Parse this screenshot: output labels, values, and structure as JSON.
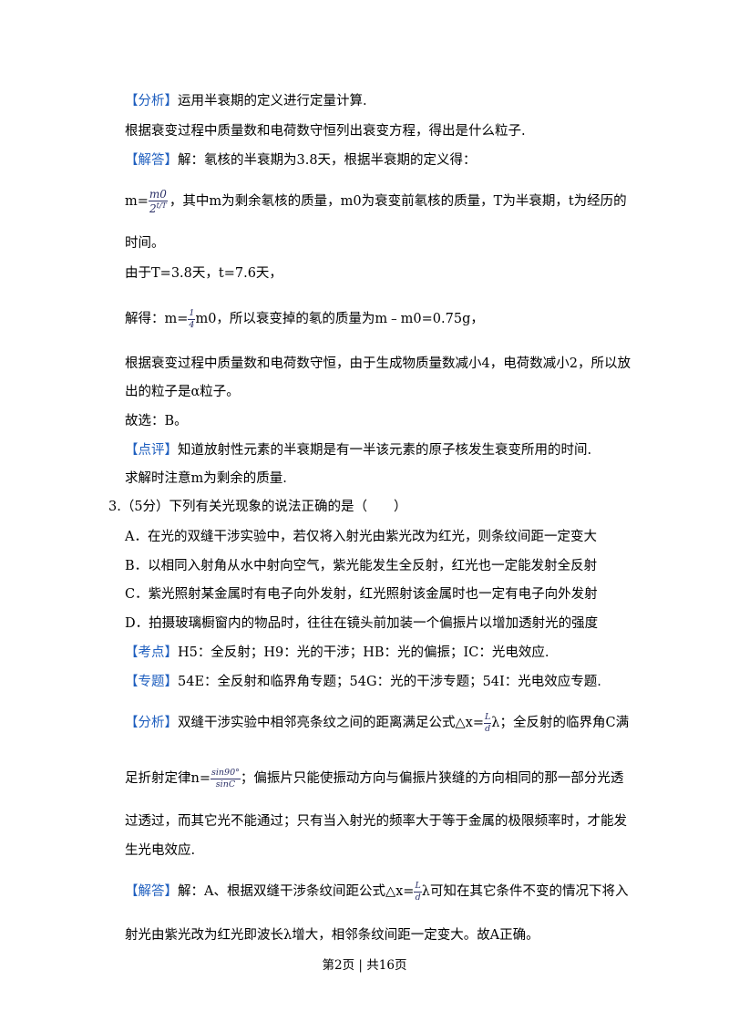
{
  "s1": {
    "analysis_tag": "【分析】",
    "analysis_text": "运用半衰期的定义进行定量计算.",
    "analysis_line2": "根据衰变过程中质量数和电荷数守恒列出衰变方程，得出是什么粒子.",
    "answer_tag": "【解答】",
    "answer_text": "解：氡核的半衰期为3.8天，根据半衰期的定义得：",
    "formula_prefix": "m=",
    "formula_num": "m0",
    "formula_den": "2",
    "formula_den_sup": "t/T",
    "formula_after": "，其中m为剩余氡核的质量，m0为衰变前氡核的质量，T为半衰期，t为经历的",
    "formula_cont": "时间。",
    "since": "由于T=3.8天，t=7.6天，",
    "solve_prefix": "解得：m=",
    "solve_num": "1",
    "solve_den": "4",
    "solve_after": "m0，所以衰变掉的氡的质量为m﹣m0=0.75g，",
    "conserve_1": "根据衰变过程中质量数和电荷数守恒，由于生成物质量数减小4，电荷数减小2，所以放",
    "conserve_2": "出的粒子是α粒子。",
    "choice": "故选：B。",
    "comment_tag": "【点评】",
    "comment_text": "知道放射性元素的半衰期是有一半该元素的原子核发生衰变所用的时间.",
    "comment_line2": "求解时注意m为剩余的质量."
  },
  "q3": {
    "stem": "3.（5分）下列有关光现象的说法正确的是（　　）",
    "options": [
      "A．在光的双缝干涉实验中，若仅将入射光由紫光改为红光，则条纹间距一定变大",
      "B．以相同入射角从水中射向空气，紫光能发生全反射，红光也一定能发射全反射",
      "C．紫光照射某金属时有电子向外发射，红光照射该金属时也一定有电子向外发射",
      "D．拍摄玻璃橱窗内的物品时，往往在镜头前加装一个偏振片以增加透射光的强度"
    ],
    "kaodian_tag": "【考点】",
    "kaodian_text": "H5：全反射；H9：光的干涉；HB：光的偏振；IC：光电效应.",
    "zhuanti_tag": "【专题】",
    "zhuanti_text": "54E：全反射和临界角专题；54G：光的干涉专题；54I：光电效应专题.",
    "analysis_tag": "【分析】",
    "analysis_1a": "双缝干涉实验中相邻亮条纹之间的距离满足公式△x=",
    "frac1_num": "L",
    "frac1_den": "d",
    "analysis_1b": "λ；全反射的临界角C满",
    "analysis_2a": "足折射定律n=",
    "frac2_num": "sin90°",
    "frac2_den": "sinC",
    "analysis_2b": "；偏振片只能使振动方向与偏振片狭缝的方向相同的那一部分光透",
    "analysis_3": "过透过，而其它光不能通过；只有当入射光的频率大于等于金属的极限频率时，才能发",
    "analysis_4": "生光电效应.",
    "answer_tag": "【解答】",
    "answer_1a": "解：A、根据双缝干涉条纹间距公式△x=",
    "frac3_num": "L",
    "frac3_den": "d",
    "answer_1b": "λ可知在其它条件不变的情况下将入",
    "answer_2": "射光由紫光改为红光即波长λ增大，相邻条纹间距一定变大。故A正确。"
  },
  "footer": "第2页 | 共16页"
}
